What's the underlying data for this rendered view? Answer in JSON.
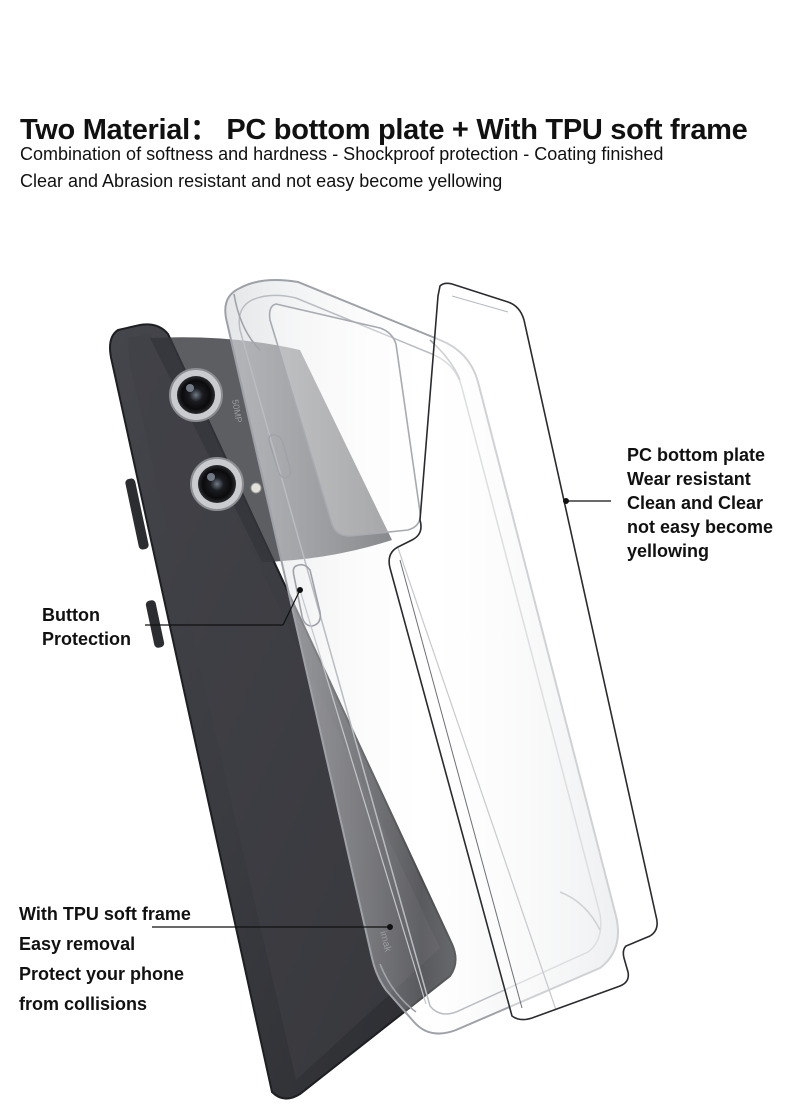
{
  "header": {
    "title": "Two Material： PC bottom plate + With TPU soft frame",
    "line1": "Combination of softness and hardness - Shockproof protection - Coating finished",
    "line2": "Clear and Abrasion resistant and not easy become yellowing"
  },
  "callouts": {
    "pc_plate": [
      "PC bottom plate",
      "Wear resistant",
      "Clean and Clear",
      "not easy become",
      "yellowing"
    ],
    "button": [
      "Button",
      "Protection"
    ],
    "tpu_frame": [
      "With TPU soft frame",
      "Easy removal",
      "Protect your phone",
      "from collisions"
    ]
  },
  "phone": {
    "camera_text": "50MP",
    "body_color": "#3b3c41",
    "bottom_text": "imak"
  }
}
